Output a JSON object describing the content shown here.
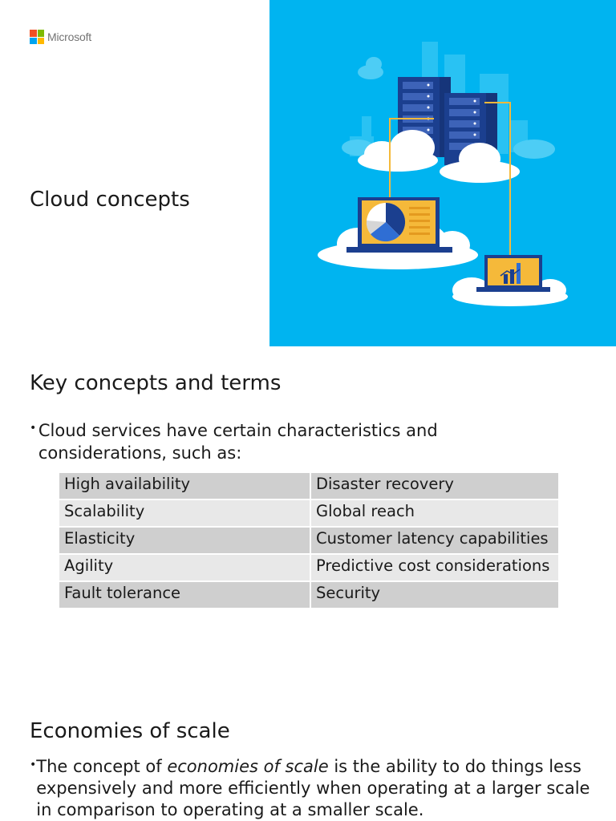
{
  "brand": {
    "name": "Microsoft",
    "colors": {
      "red": "#f25022",
      "green": "#7fba00",
      "blue": "#00a4ef",
      "yellow": "#ffb900"
    }
  },
  "cover": {
    "title": "Cloud concepts",
    "hero_bg": "#00b4f0",
    "hero_icon_names": [
      "cloud-icon",
      "server-rack-icon",
      "laptop-pie-chart-icon",
      "laptop-bar-chart-icon"
    ]
  },
  "key_concepts": {
    "title": "Key concepts and terms",
    "bullet": "Cloud services have certain characteristics and considerations, such as:",
    "rows": [
      [
        "High availability",
        "Disaster recovery"
      ],
      [
        "Scalability",
        "Global reach"
      ],
      [
        "Elasticity",
        "Customer latency capabilities"
      ],
      [
        "Agility",
        "Predictive cost considerations"
      ],
      [
        "Fault tolerance",
        "Security"
      ]
    ]
  },
  "economies": {
    "title": "Economies of scale",
    "bullet_before": "The concept of ",
    "bullet_emph": "economies of scale",
    "bullet_after": " is the ability to do things less expensively and more efficiently when operating at a larger scale in comparison to operating at a smaller scale."
  }
}
